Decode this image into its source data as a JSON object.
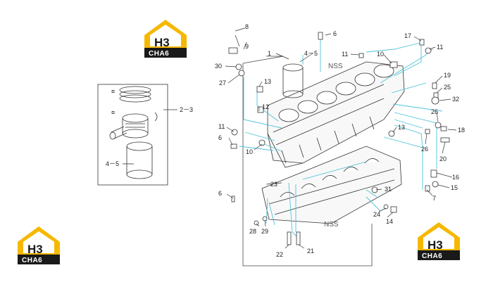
{
  "logos": [
    {
      "top": "H3",
      "bottom": "CHA6"
    },
    {
      "top": "H3",
      "bottom": "CHA6"
    },
    {
      "top": "H3",
      "bottom": "CHA6"
    }
  ],
  "icon_names": [
    "logo-icon",
    "piston-ring-icon",
    "piston-icon",
    "cylinder-liner-icon",
    "engine-block-icon",
    "bolt-icon"
  ],
  "colors": {
    "leader_cyan": "#4fc3d9",
    "logo_yellow": "#f5b800",
    "logo_black": "#1a1a1a",
    "line": "#333333"
  },
  "watermark": "NSS",
  "callouts": {
    "c1": "1",
    "c2_3": "2－3",
    "c4_5a": "4－5",
    "c4_5b": "4－5",
    "c6a": "6",
    "c6b": "6",
    "c6c": "6",
    "c7": "7",
    "c8": "8",
    "c9": "9",
    "c10a": "10",
    "c10b": "10",
    "c11a": "11",
    "c11b": "11",
    "c11c": "11",
    "c12": "12",
    "c13a": "13",
    "c13b": "13",
    "c14": "14",
    "c15": "15",
    "c16": "16",
    "c17": "17",
    "c18": "18",
    "c19": "19",
    "c20": "20",
    "c21": "21",
    "c22": "22",
    "c23": "23",
    "c24": "24",
    "c25": "25",
    "c26a": "26",
    "c26b": "26",
    "c27": "27",
    "c28": "28",
    "c29": "29",
    "c30": "30",
    "c31": "31",
    "c32": "32"
  }
}
